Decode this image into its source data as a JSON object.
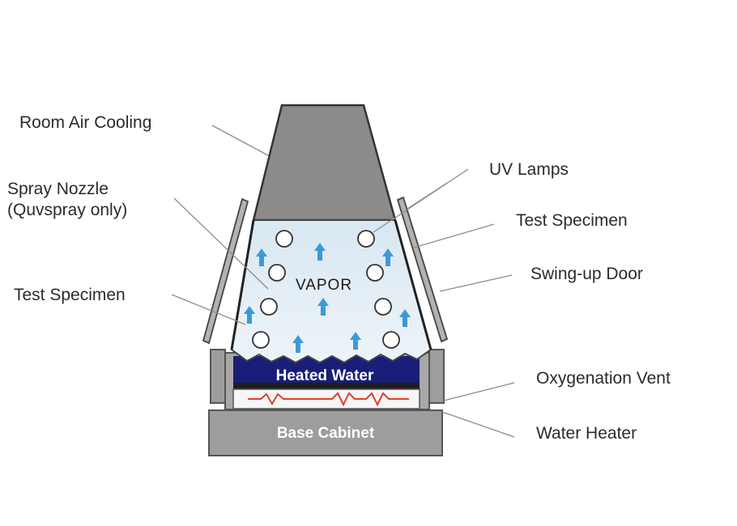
{
  "diagram": {
    "labels": {
      "room_air_cooling": "Room Air Cooling",
      "spray_nozzle_line1": "Spray Nozzle",
      "spray_nozzle_line2": "(Quvspray only)",
      "test_specimen_left": "Test Specimen",
      "uv_lamps": "UV Lamps",
      "test_specimen_right": "Test Specimen",
      "swing_up_door": "Swing-up Door",
      "oxygenation_vent": "Oxygenation Vent",
      "water_heater": "Water Heater",
      "vapor": "VAPOR",
      "heated_water": "Heated Water",
      "base_cabinet": "Base Cabinet"
    },
    "colors": {
      "hood": "#8c8b8a",
      "housing": "#9e9d9b",
      "chamber": "#e2edf5",
      "water": "#1a1e78",
      "heater_coil": "#e0402a",
      "vapor_arrow": "#3b9ad6",
      "lamp": "#ffffff"
    }
  }
}
